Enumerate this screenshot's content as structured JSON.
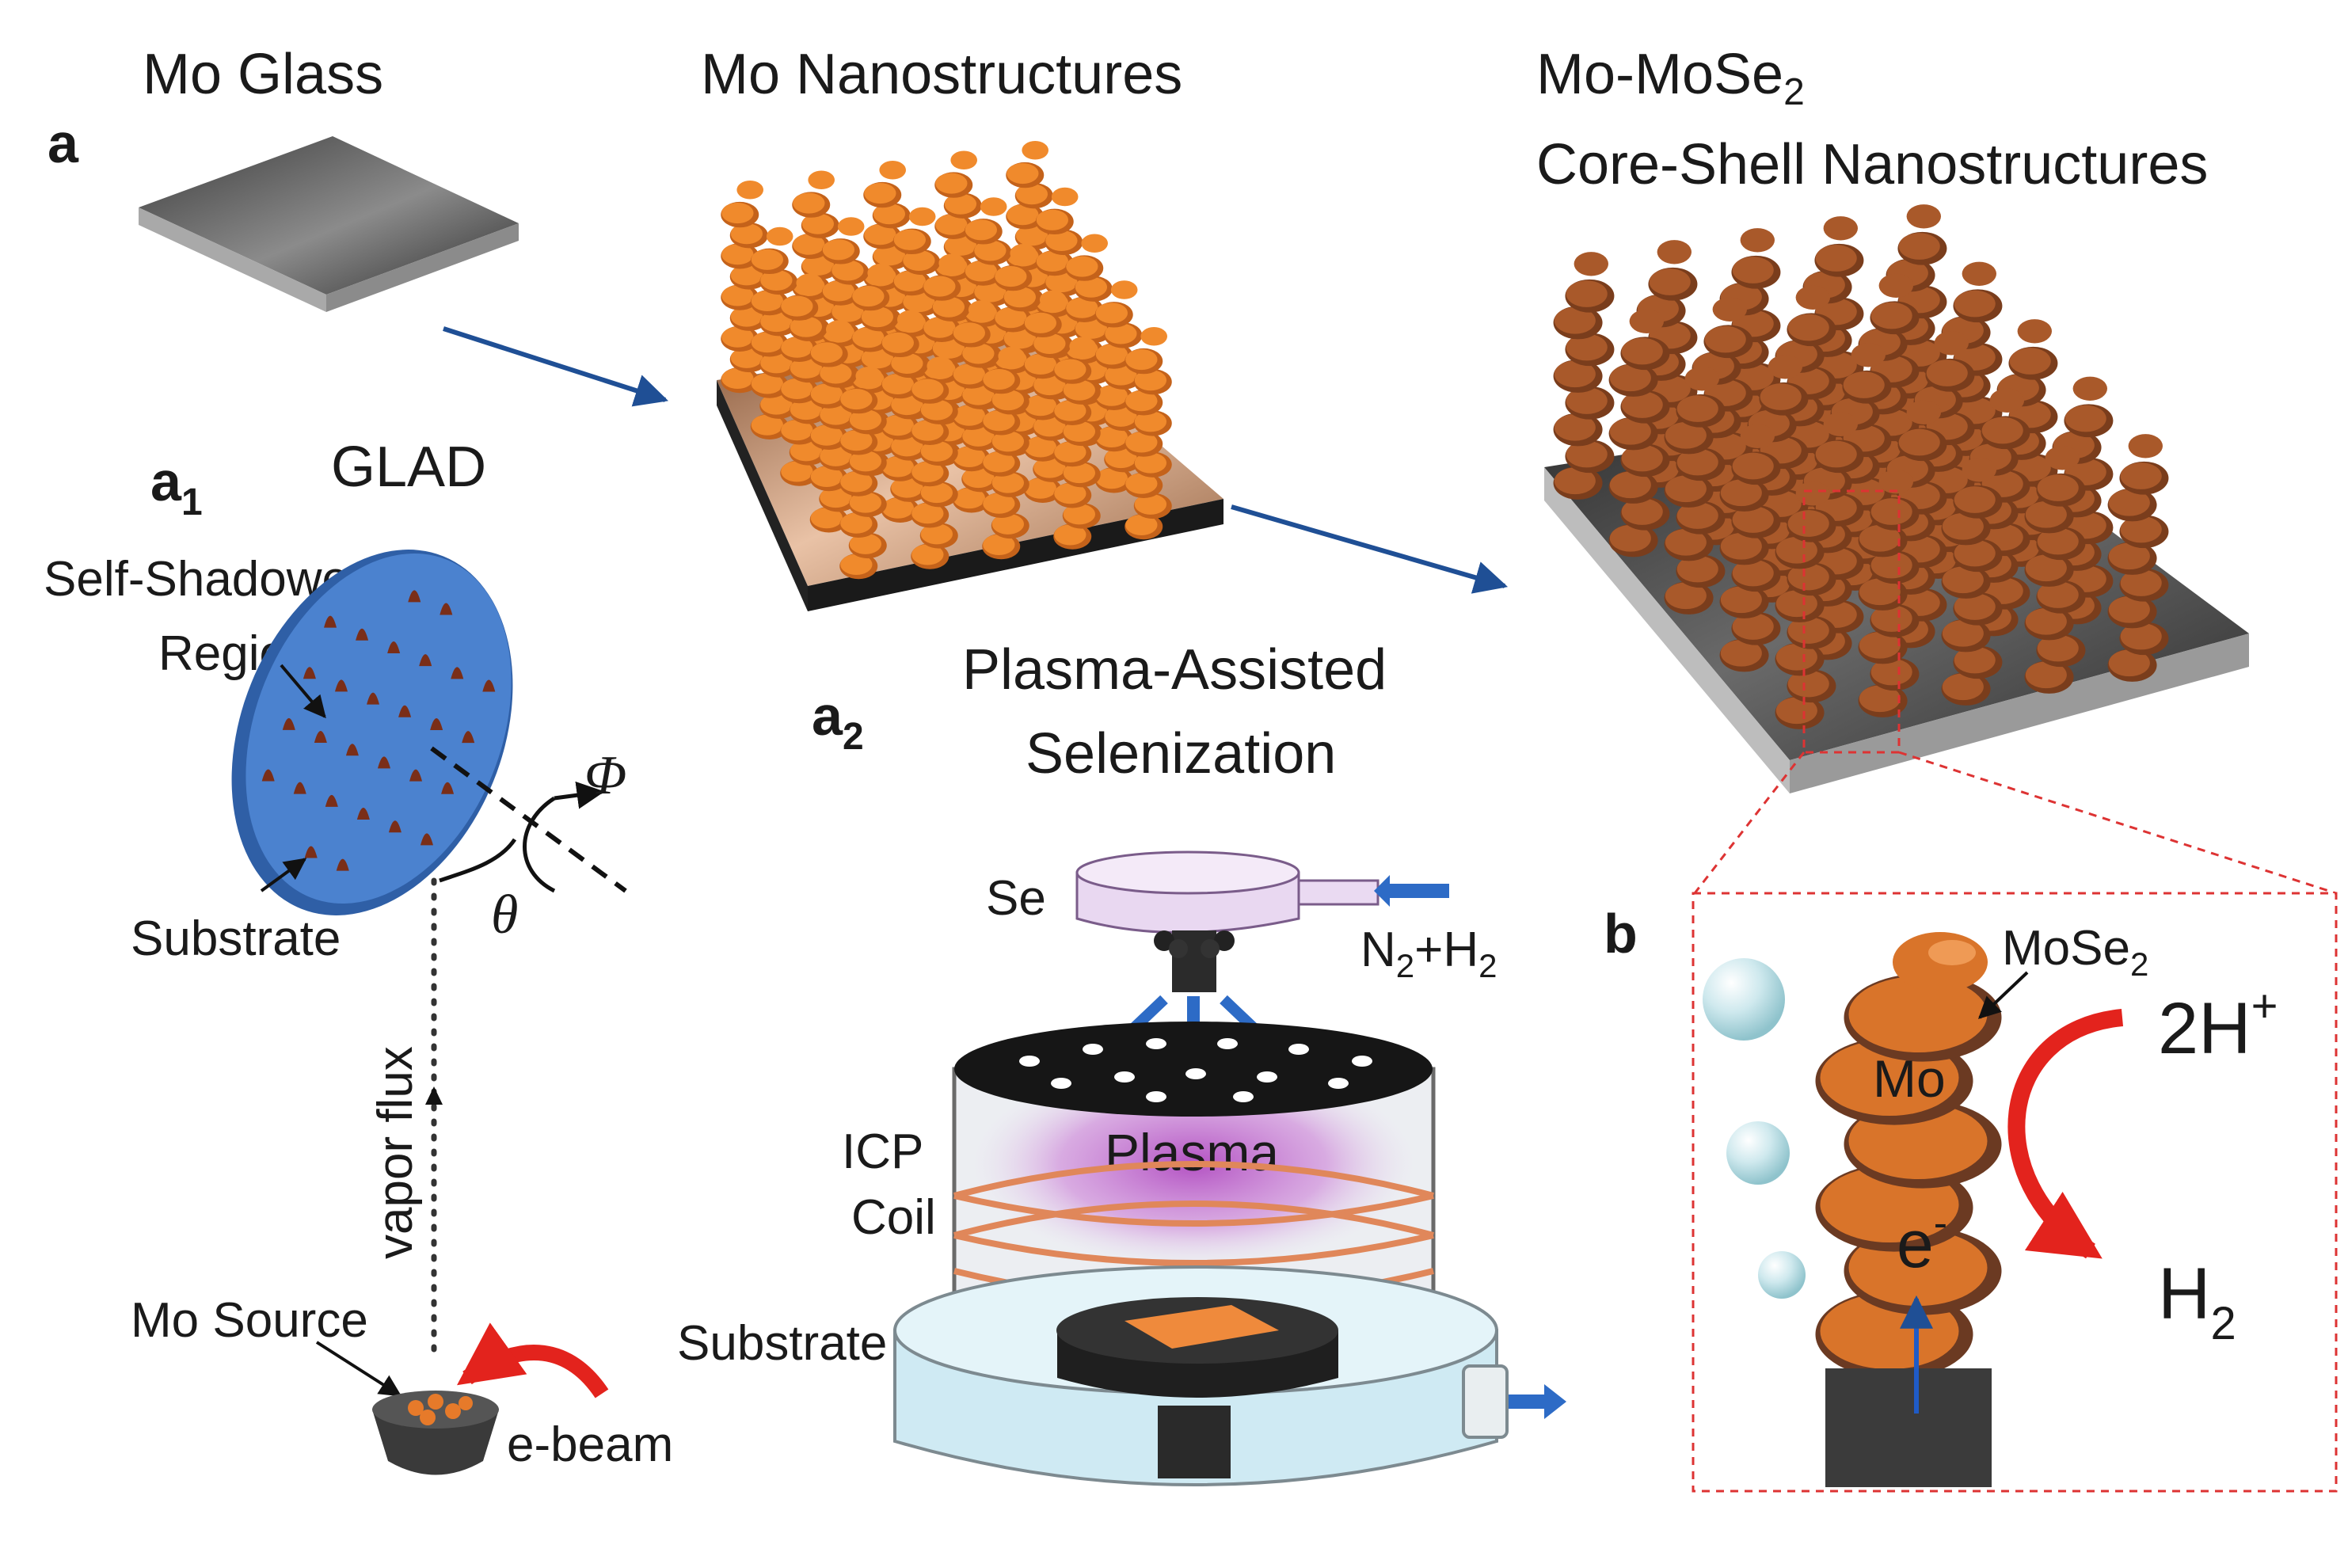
{
  "panels": {
    "a": "a",
    "a1_main": "a",
    "a1_sub": "1",
    "a2_main": "a",
    "a2_sub": "2",
    "b": "b"
  },
  "titles": {
    "mo_glass": "Mo Glass",
    "mo_nano": "Mo Nanostructures",
    "core_shell_line1_main": "Mo-MoSe",
    "core_shell_line1_sub": "2",
    "core_shell_line2": "Core-Shell Nanostructures",
    "glad": "GLAD",
    "plasma_line1": "Plasma-Assisted",
    "plasma_line2": "Selenization"
  },
  "glad_labels": {
    "self_shadowed_1": "Self-Shadowed",
    "self_shadowed_2": "Region",
    "phi": "Φ",
    "theta": "θ",
    "substrate": "Substrate",
    "vapor_flux": "vapor flux",
    "mo_source": "Mo Source",
    "ebeam": "e-beam"
  },
  "plasma_labels": {
    "se": "Se",
    "gas_n": "N",
    "gas_n_sub": "2",
    "gas_plus": "+H",
    "gas_h_sub": "2",
    "plasma": "Plasma",
    "icp": "ICP",
    "coil": "Coil",
    "substrate": "Substrate"
  },
  "b_labels": {
    "mose": "MoSe",
    "mose_sub": "2",
    "mo": "Mo",
    "electron": "e",
    "electron_sup": "-",
    "proton": "2H",
    "proton_sup": "+",
    "h": "H",
    "h_sub": "2"
  },
  "colors": {
    "mo_orange": "#f08a2c",
    "core_shell_brown": "#a9592a",
    "substrate_blue": "#3f74c4",
    "arrow_blue": "#1f4f95",
    "plasma_purple": "#b04ac0",
    "chamber_blue": "#cfeaf3",
    "red": "#e3231d"
  }
}
